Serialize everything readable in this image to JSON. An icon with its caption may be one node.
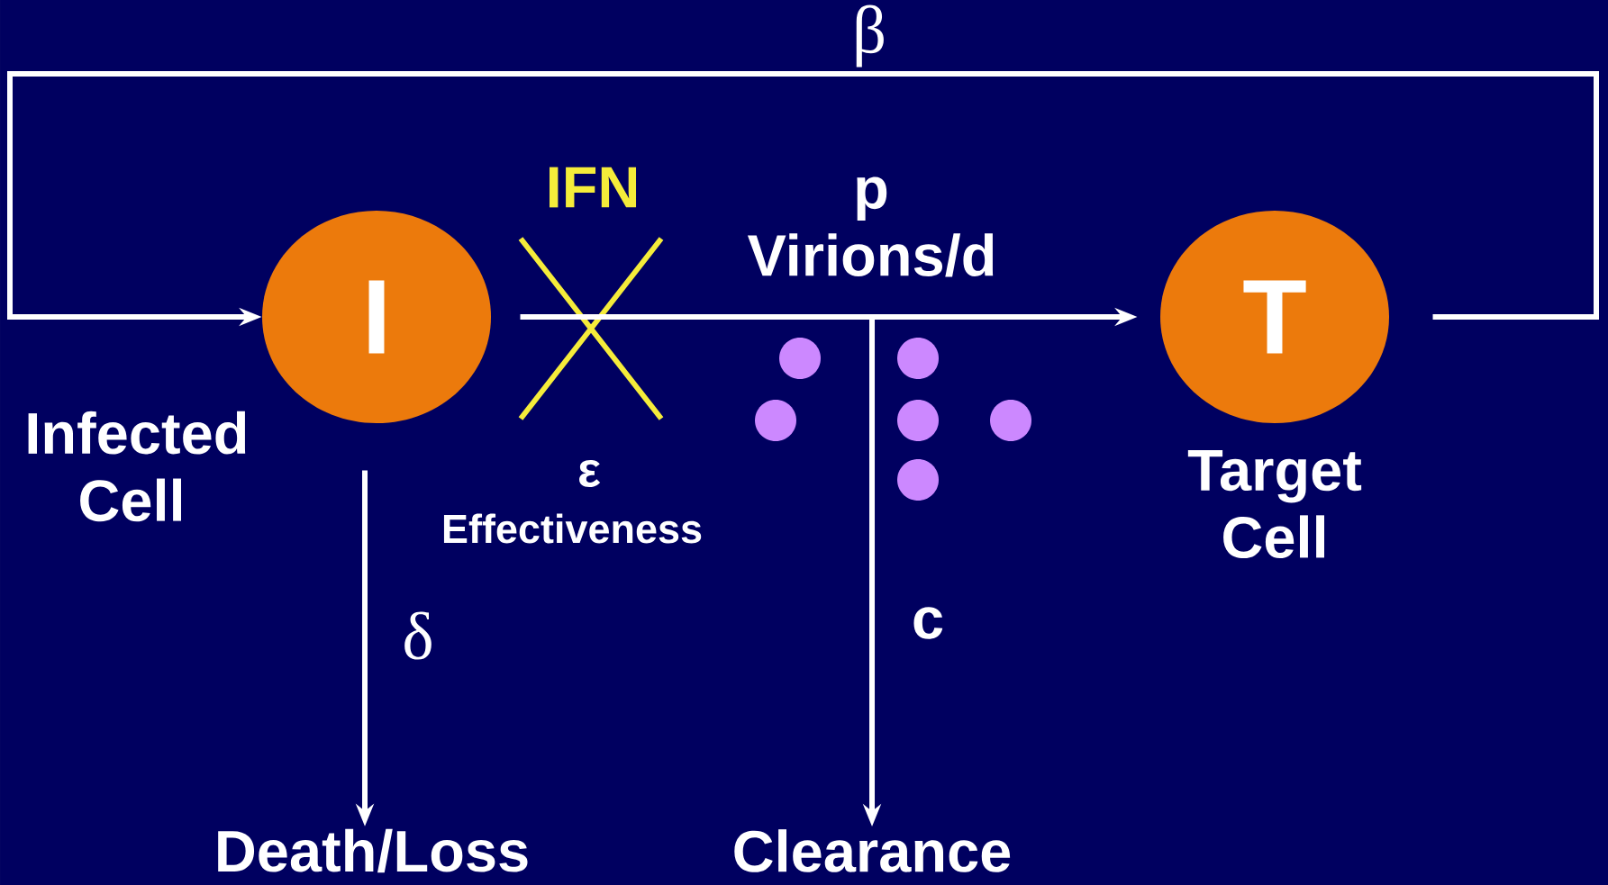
{
  "diagram": {
    "nodes": [
      {
        "text": [
          "I"
        ],
        "beside": [
          "Infected Cell"
        ]
      },
      {
        "text": [
          "T"
        ],
        "beside": [
          "Target Cell"
        ]
      },
      {
        "text": [
          "Death/Loss"
        ]
      },
      {
        "text": [
          "Clearance"
        ]
      }
    ],
    "edges": [
      {
        "from": 1,
        "to": 0,
        "arrow": "to",
        "label": "β"
      },
      {
        "from": 0,
        "to": 1,
        "arrow": "to",
        "label": "p Virions/d"
      },
      {
        "from": 0,
        "to": 2,
        "arrow": "to",
        "label": "δ"
      },
      {
        "from": null,
        "to": 3,
        "arrow": "to",
        "label": "c"
      }
    ],
    "labels": [
      "IFN",
      "ε",
      "Effectiveness"
    ]
  }
}
